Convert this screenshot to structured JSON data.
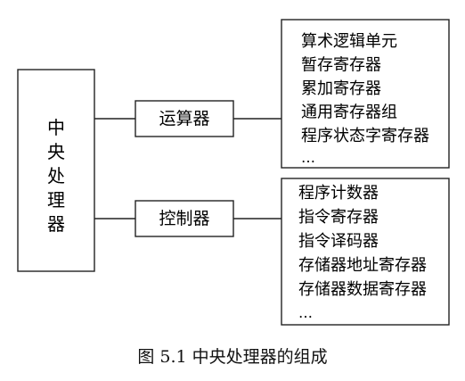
{
  "cpu": {
    "label_chars": [
      "中",
      "央",
      "处",
      "理",
      "器"
    ]
  },
  "alu_group": {
    "label": "运算器",
    "items": [
      "算术逻辑单元",
      "暂存寄存器",
      "累加寄存器",
      "通用寄存器组",
      "程序状态字寄存器",
      "…"
    ]
  },
  "control_group": {
    "label": "控制器",
    "items": [
      "程序计数器",
      "指令寄存器",
      "指令译码器",
      "存储器地址寄存器",
      "存储器数据寄存器",
      "…"
    ]
  },
  "caption": "图 5.1   中央处理器的组成"
}
